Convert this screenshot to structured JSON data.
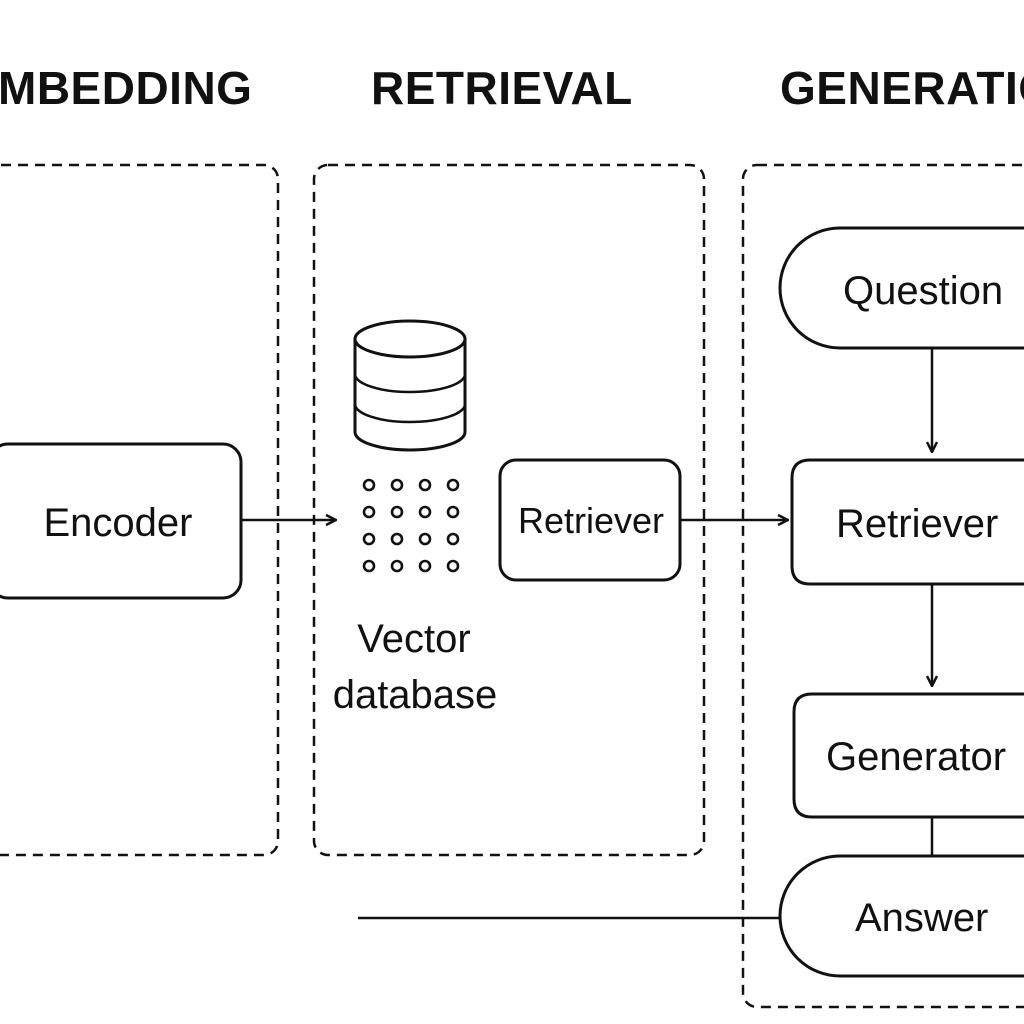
{
  "sections": {
    "embedding": "MBEDDING",
    "retrieval": "RETRIEVAL",
    "generation": "GENERATIO"
  },
  "nodes": {
    "encoder": "Encoder",
    "vector_db_line1": "Vector",
    "vector_db_line2": "database",
    "retriever_mid": "Retriever",
    "question": "Question",
    "retriever_right": "Retriever",
    "generator": "Generator",
    "answer": "Answer"
  },
  "icons": [
    "database-icon",
    "vector-dots-icon",
    "arrow-icon"
  ]
}
